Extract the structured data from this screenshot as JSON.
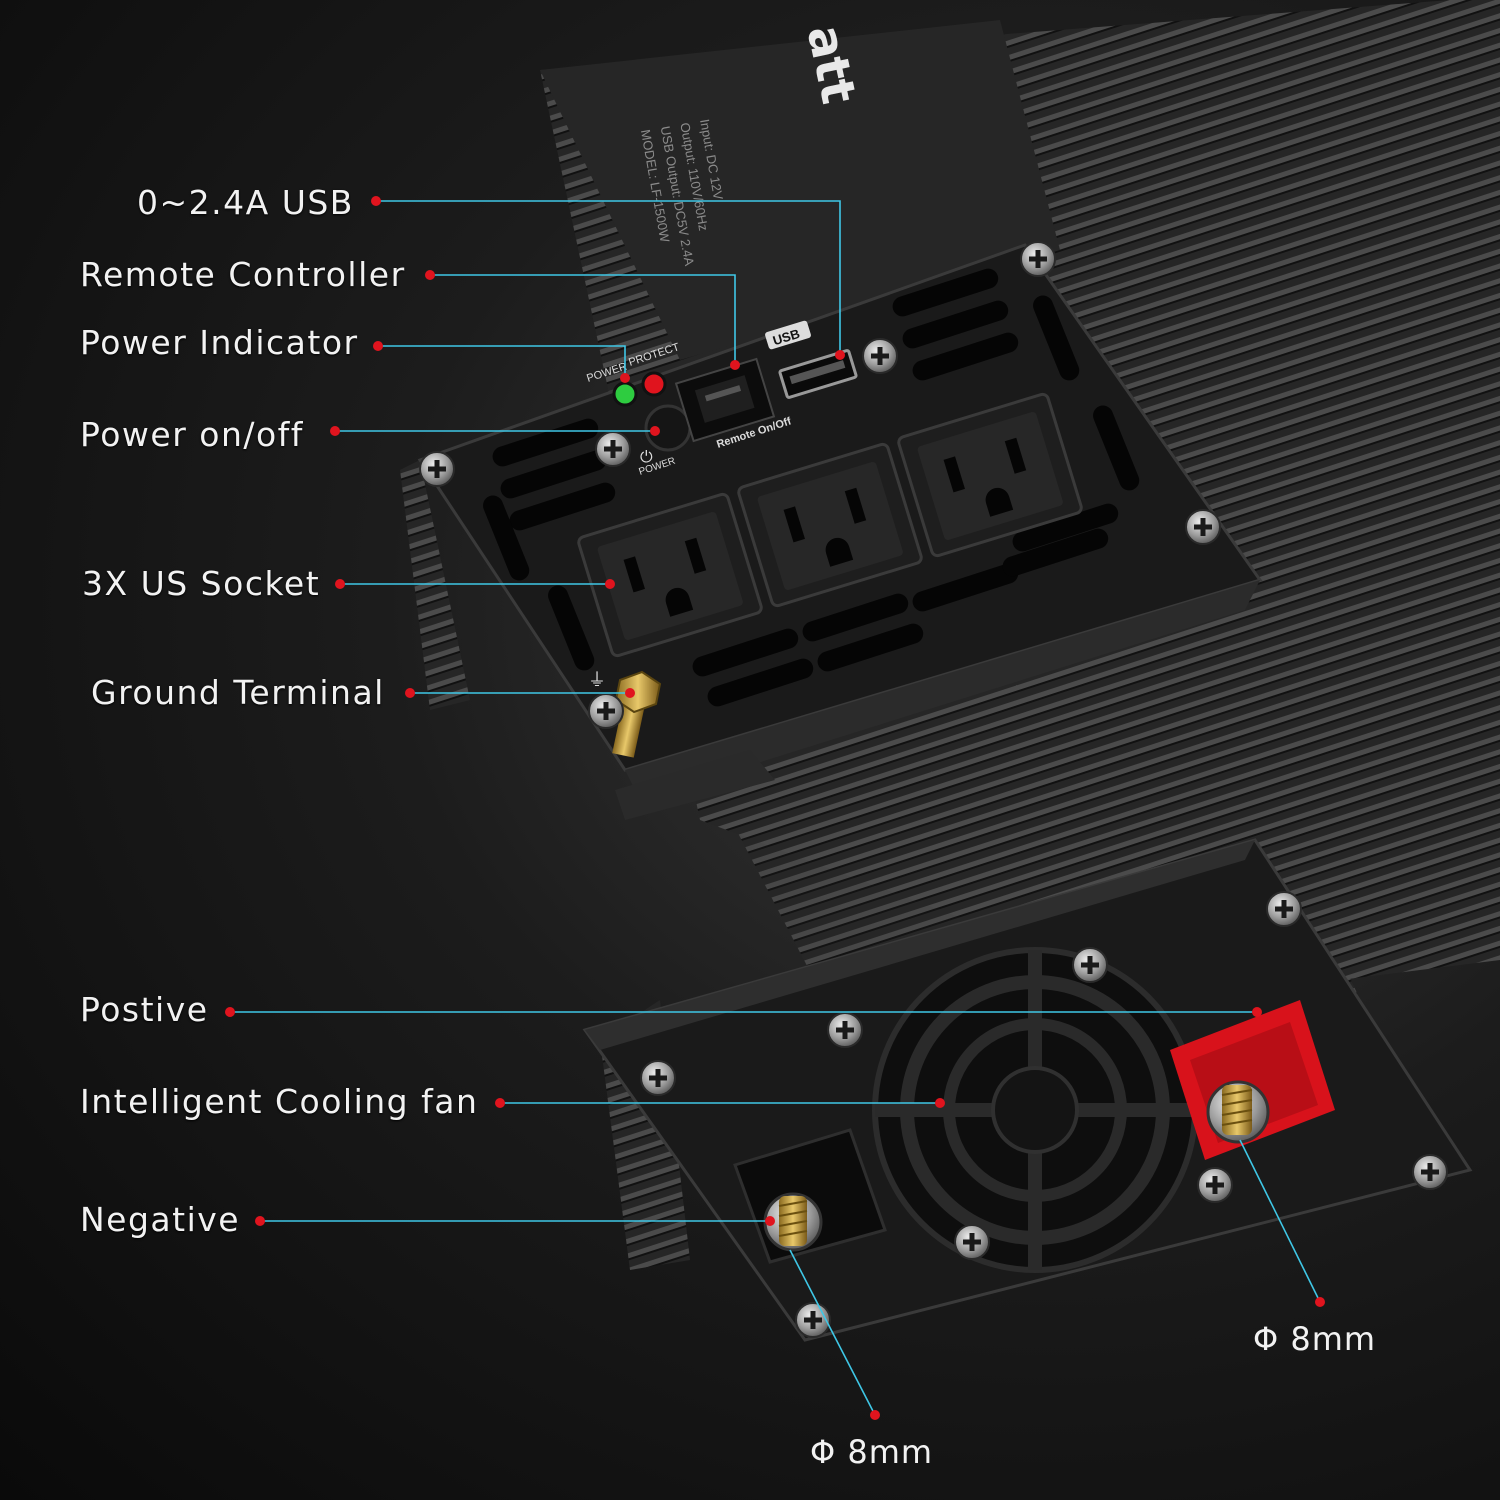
{
  "callouts": {
    "usb": "0~2.4A USB",
    "remote": "Remote Controller",
    "power_indicator": "Power Indicator",
    "power_onoff": "Power on/off",
    "sockets": "3X US Socket",
    "ground": "Ground Terminal",
    "positive": "Postive",
    "fan": "Intelligent Cooling fan",
    "negative": "Negative",
    "diameter_right": "Φ 8mm",
    "diameter_left": "Φ 8mm"
  },
  "device_labels": {
    "usb_port": "USB",
    "power_led": "POWER",
    "protect_led": "PROTECT",
    "remote_port": "Remote On/Off",
    "power_button": "POWER",
    "brand_fragment": "att"
  },
  "colors": {
    "leader_line": "#3fc7e6",
    "leader_dot": "#e0141e",
    "panel": "#1a1a1a",
    "positive_terminal": "#d8121b",
    "power_led": "#2ecc40",
    "protect_led": "#e0141e"
  }
}
